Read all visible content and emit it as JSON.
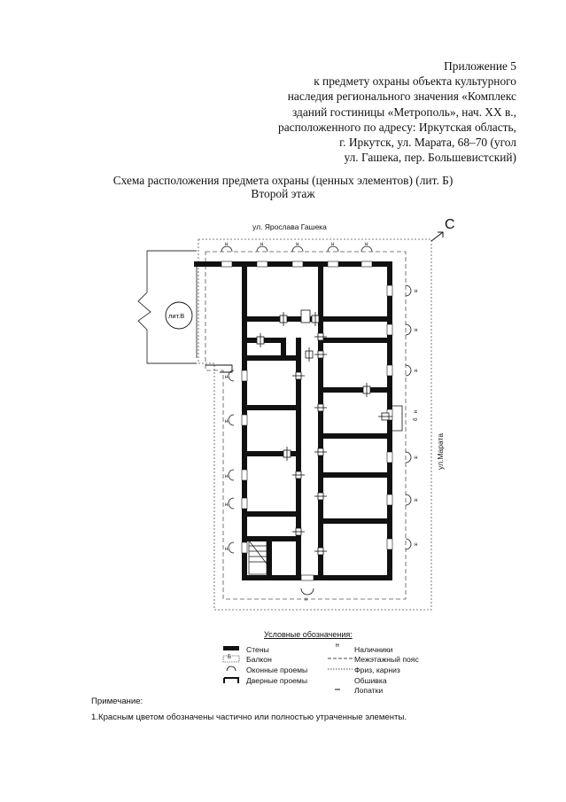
{
  "header": {
    "lines": [
      "Приложение 5",
      "к предмету охраны объекта культурного",
      "наследия регионального значения «Комплекс",
      "зданий гостиницы «Метрополь», нач. XX в.,",
      "расположенного по адресу: Иркутская область,",
      "г. Иркутск, ул. Марата, 68–70 (угол",
      "ул. Гашека, пер. Большевистский)"
    ]
  },
  "title": "Схема расположения предмета охраны (ценных элементов) (лит. Б)",
  "subtitle": "Второй этаж",
  "plan": {
    "street_top": "ул. Ярослава Гашека",
    "street_right": "ул.Марата",
    "north": "С",
    "annex_label": "лит.В",
    "mark_n": "н",
    "mark_b": "б"
  },
  "legend": {
    "title": "Условные обозначения:",
    "items": [
      {
        "symbol": "wall",
        "label": "Стены"
      },
      {
        "symbol": "balcony",
        "label": "Балкон"
      },
      {
        "symbol": "window",
        "label": "Оконные проемы"
      },
      {
        "symbol": "door",
        "label": "Дверные проемы"
      },
      {
        "symbol": "n",
        "label": "Наличники"
      },
      {
        "symbol": "dashed",
        "label": "Межэтажный пояс"
      },
      {
        "symbol": "dotted",
        "label": "Фриз, карниз"
      },
      {
        "symbol": "none",
        "label": "Обшивка"
      },
      {
        "symbol": "dash",
        "label": "Лопатки"
      }
    ],
    "balcony_mark": "Б",
    "n_mark": "н"
  },
  "note": {
    "title": "Примечание:",
    "text": "1.Красным цветом обозначены частично или полностью утраченные элементы."
  },
  "colors": {
    "ink": "#111111",
    "background": "#ffffff"
  }
}
